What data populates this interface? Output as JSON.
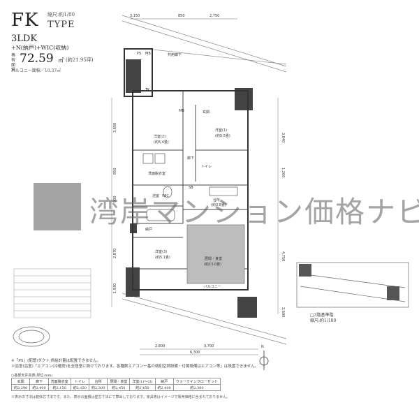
{
  "header": {
    "type_code": "FK",
    "scale_label": "縮尺:約1/80",
    "type_word": "TYPE",
    "plan_name": "3LDK",
    "plan_sub": "+N(納戸)+WIC(収納)",
    "area_label": "専有面積",
    "area_value": "72.59",
    "area_unit": "㎡",
    "area_tsubo": "(約21.95坪)",
    "balcony": "バルコニー面積／10.37㎡"
  },
  "plan": {
    "dims_top": [
      "3,150",
      "850",
      "2,750"
    ],
    "dims_bottom_1": [
      "2,800",
      "3,700"
    ],
    "dims_bottom_2": "6,300",
    "dims_left": [
      "3,850",
      "850",
      "900",
      "2,870",
      "1,930"
    ],
    "dims_right": [
      "3,840",
      "1,200",
      "4,750",
      "2,600"
    ],
    "corridor": "共用廊下",
    "rooms": {
      "western2": "洋室(2)",
      "western2_size": "(約5.4畳)",
      "western1": "洋室(1)",
      "western1_size": "(約5.5畳)",
      "western3": "洋室(3)",
      "western3_size": "(約5.1畳)",
      "ldk": "居間・食堂",
      "ldk_size": "(約13.0畳)",
      "kitchen": "台所",
      "kitchen_size": "(約3.8畳)",
      "hall": "廊下",
      "entrance": "玄関",
      "toilet": "トイレ",
      "washroom": "洗面脱衣室",
      "bath": "浴室",
      "wic": "WIC",
      "nando": "納戸",
      "balcony": "バルコニー"
    },
    "labels_small": [
      "PS",
      "MB",
      "TK",
      "MB",
      "SB"
    ]
  },
  "key_plan": {
    "label": "□3階基準階",
    "scale": "縮尺:約1/100"
  },
  "north": "N",
  "notes": [
    "※「PS」(配管)ダクト,供給計量は配置できません。",
    "※浴室(浴室)「エアコン(冷暖房)を全居室に設けております。各種数エアコン一基の個別空調設備・付属設備はエアコン等」は設置できません。"
  ],
  "ceiling_table": {
    "title": "○各部天井高表(単位:mm)",
    "headers": [
      "玄関",
      "廊下",
      "洗面脱衣室",
      "トイレ",
      "台所",
      "居間・食堂",
      "洋室(1)～(3)",
      "納戸",
      "ウォークインクローゼット"
    ],
    "values": [
      "約2,290",
      "約2,400",
      "約2,150",
      "約2,150",
      "約2,300",
      "約2,450",
      "約2,450",
      "約2,400",
      "約2,380"
    ]
  },
  "footnote": "※表示の寸法は躯体芯寸法です。また、表示の面積は壁芯寸法にて算出しております。家具等はイメージで販売価格に含まれておりません。",
  "watermark": "湾岸マンション価格ナビ"
}
